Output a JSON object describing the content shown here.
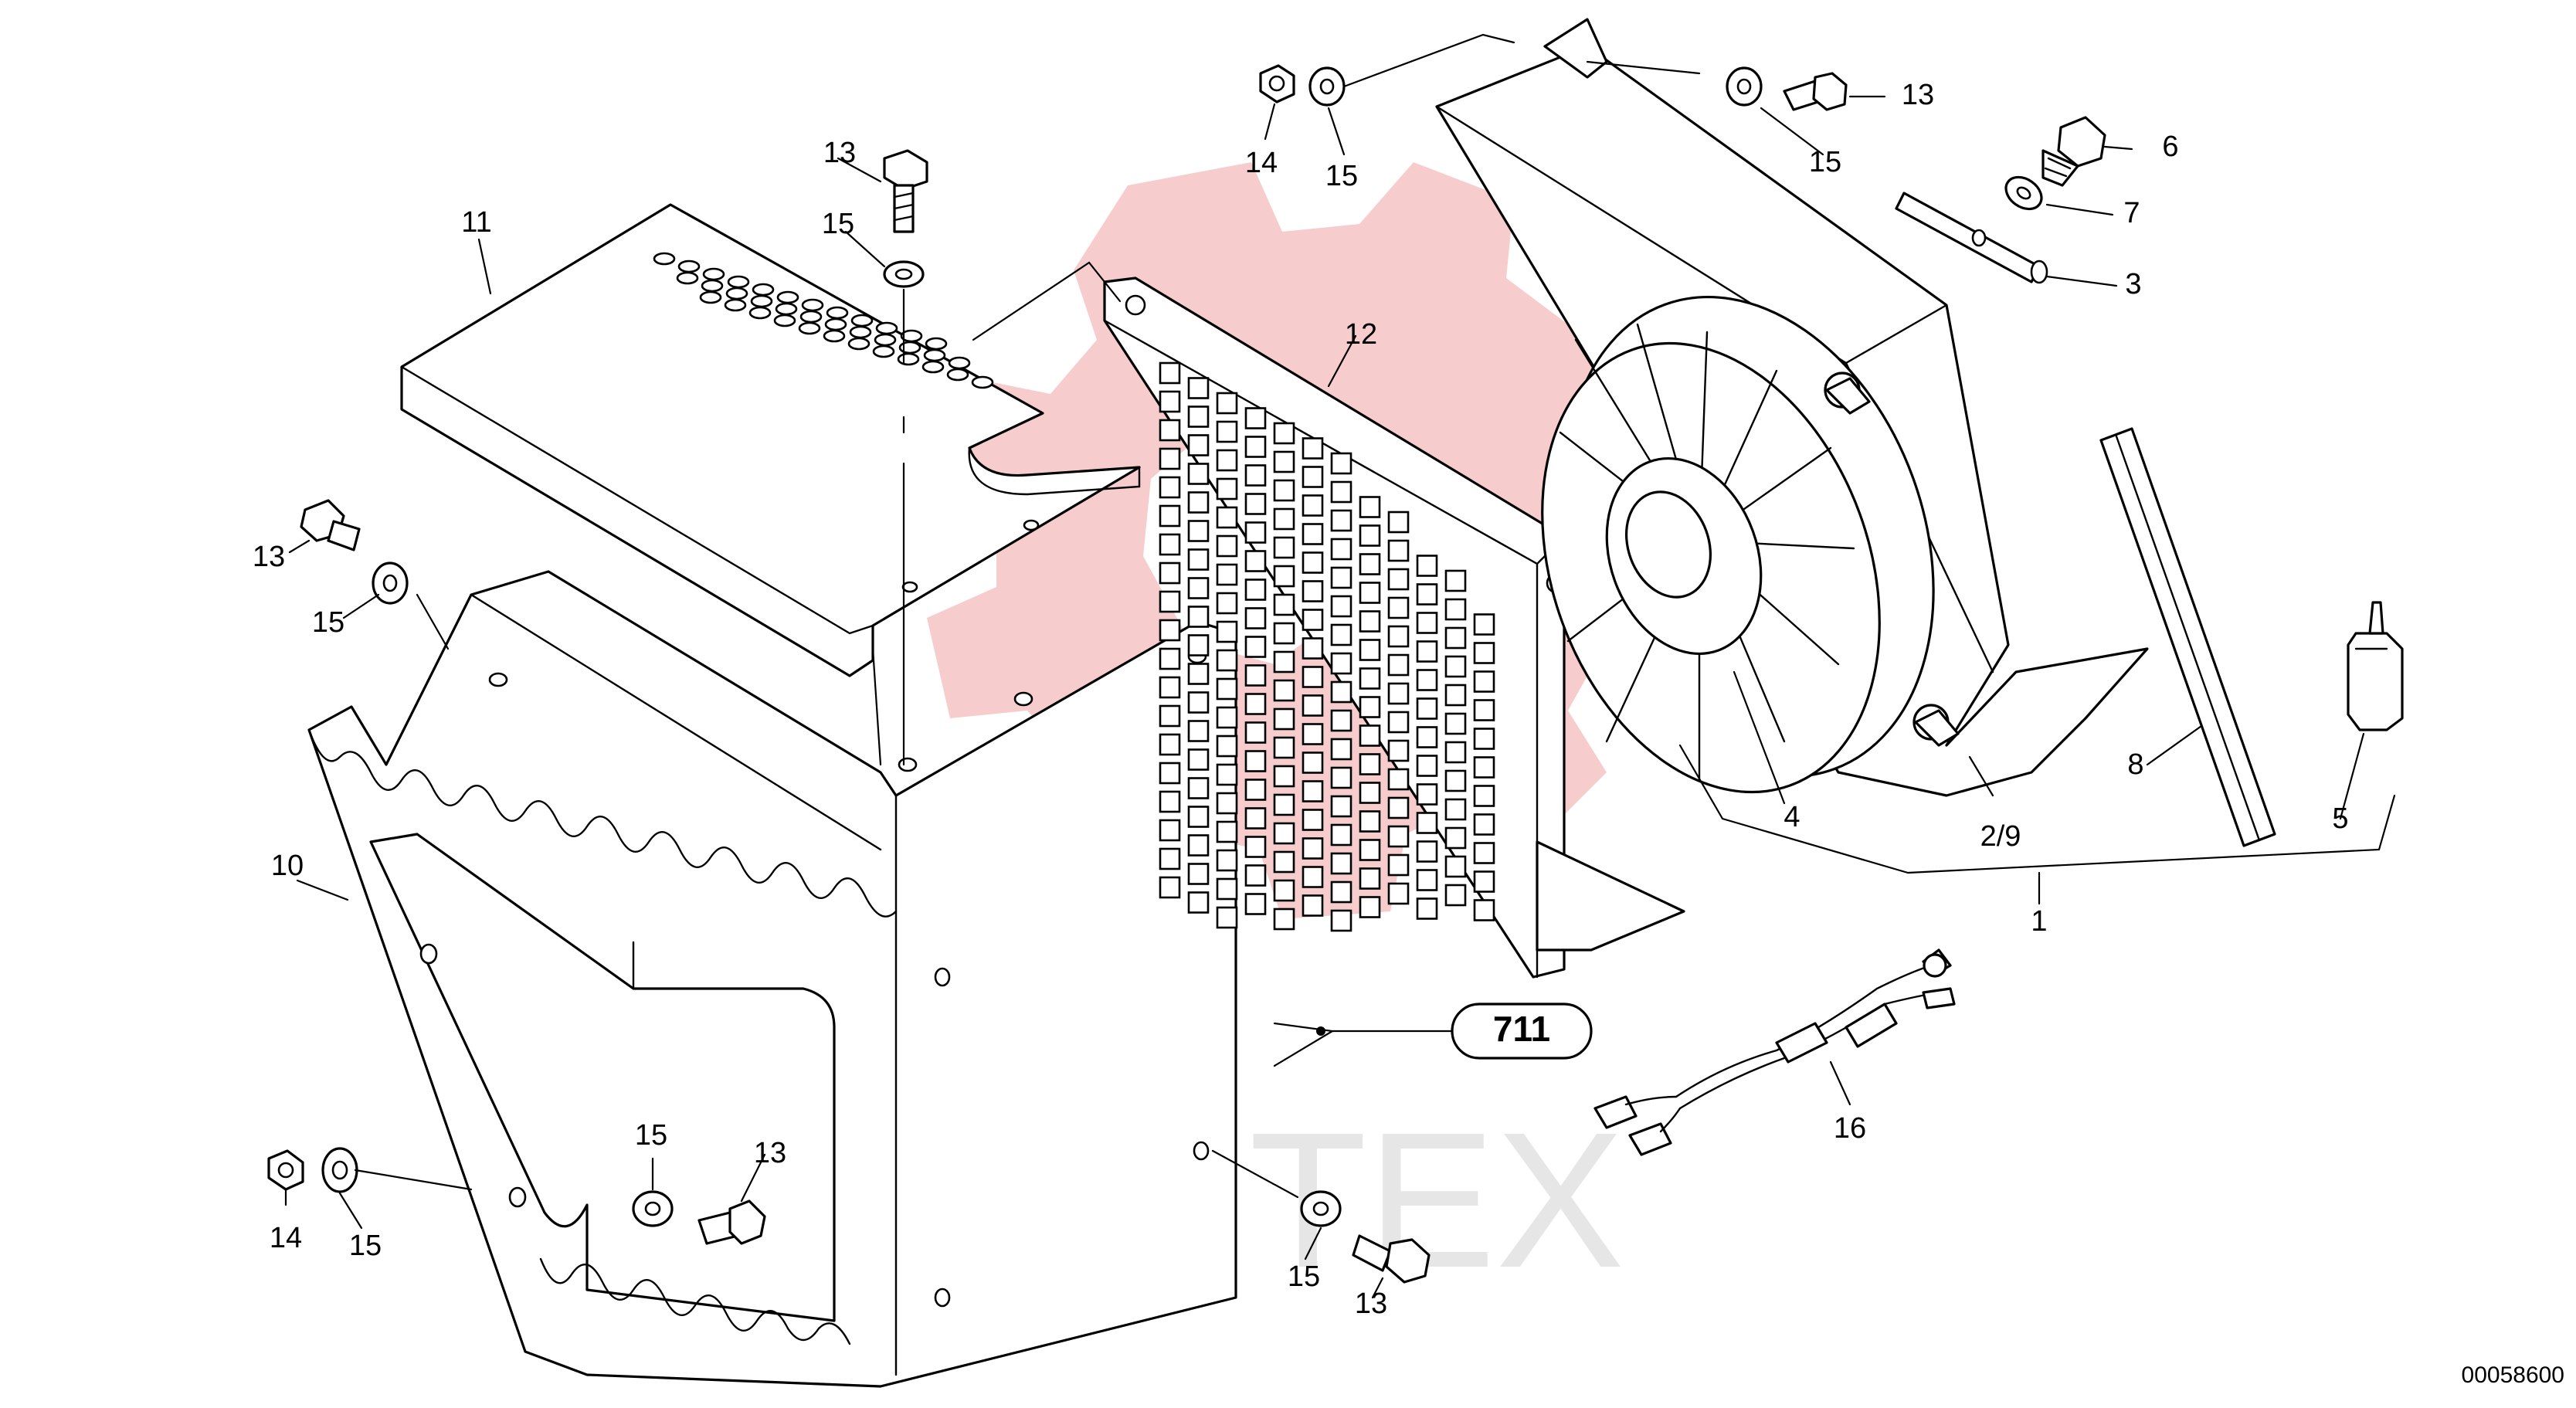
{
  "watermark": {
    "text": "ИНТЕХ",
    "gear_color": "#f7c9c9",
    "text_color": "#e6e6e6"
  },
  "reference_box": {
    "label": "711"
  },
  "document_number": "00058600",
  "callouts": [
    {
      "id": "c1",
      "text": "1"
    },
    {
      "id": "c2-9",
      "text": "2/9"
    },
    {
      "id": "c3",
      "text": "3"
    },
    {
      "id": "c4",
      "text": "4"
    },
    {
      "id": "c5",
      "text": "5"
    },
    {
      "id": "c6",
      "text": "6"
    },
    {
      "id": "c7",
      "text": "7"
    },
    {
      "id": "c8",
      "text": "8"
    },
    {
      "id": "c10",
      "text": "10"
    },
    {
      "id": "c11",
      "text": "11"
    },
    {
      "id": "c12",
      "text": "12"
    },
    {
      "id": "c13-a",
      "text": "13"
    },
    {
      "id": "c13-b",
      "text": "13"
    },
    {
      "id": "c13-c",
      "text": "13"
    },
    {
      "id": "c13-d",
      "text": "13"
    },
    {
      "id": "c13-e",
      "text": "13"
    },
    {
      "id": "c14-a",
      "text": "14"
    },
    {
      "id": "c14-b",
      "text": "14"
    },
    {
      "id": "c15-a",
      "text": "15"
    },
    {
      "id": "c15-b",
      "text": "15"
    },
    {
      "id": "c15-c",
      "text": "15"
    },
    {
      "id": "c15-d",
      "text": "15"
    },
    {
      "id": "c15-e",
      "text": "15"
    },
    {
      "id": "c15-f",
      "text": "15"
    },
    {
      "id": "c15-g",
      "text": "15"
    },
    {
      "id": "c16",
      "text": "16"
    }
  ]
}
